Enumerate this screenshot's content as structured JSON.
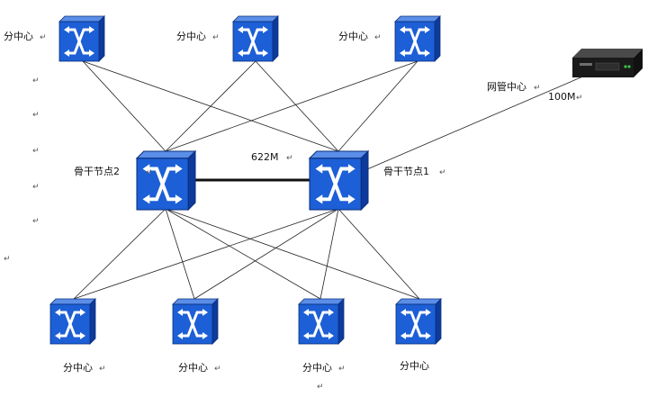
{
  "labels": {
    "branch": "分中心",
    "backbone1": "骨干节点1",
    "backbone2": "骨干节点2",
    "nmc": "网管中心",
    "link_backbone": "622M",
    "link_nmc": "100M",
    "return_mark": "↵"
  },
  "colors": {
    "switch_front": "#1c5fd6",
    "switch_top": "#5a8ee8",
    "switch_side": "#0d3a9c",
    "link": "#222222",
    "router_body": "#1a1a1a"
  },
  "icons": {
    "switch": "switch-icon",
    "router": "router-icon",
    "return": "return-mark"
  }
}
